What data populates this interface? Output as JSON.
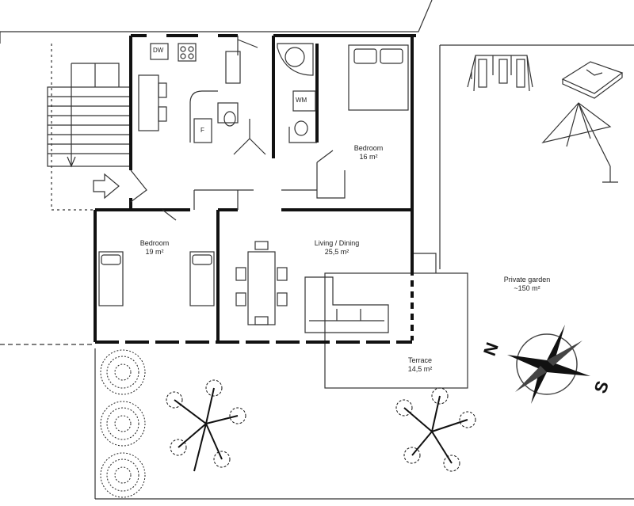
{
  "rooms": {
    "bedroom_large": {
      "name": "Bedroom",
      "area": "16 m²"
    },
    "bedroom_left": {
      "name": "Bedroom",
      "area": "19 m²"
    },
    "living": {
      "name": "Living / Dining",
      "area": "25,5 m²"
    },
    "terrace": {
      "name": "Terrace",
      "area": "14,5 m²"
    },
    "garden": {
      "name": "Private garden",
      "area": "~150 m²"
    }
  },
  "appliances": {
    "dishwasher": "DW",
    "washing_machine": "WM",
    "fridge": "F"
  },
  "compass": {
    "north": "N",
    "south": "S"
  },
  "colors": {
    "wall": "#111111",
    "line": "#333333"
  }
}
